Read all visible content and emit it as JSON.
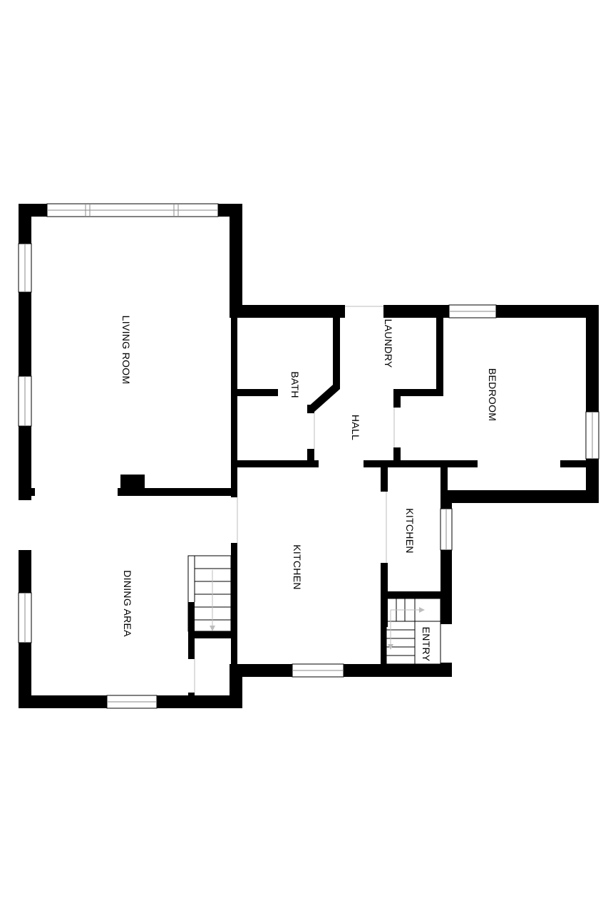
{
  "rooms": {
    "living_room": "LIVING ROOM",
    "bath": "BATH",
    "laundry": "LAUNDRY",
    "hall": "HALL",
    "bedroom": "BEDROOM",
    "kitchen_main": "KITCHEN",
    "kitchen_small": "KITCHEN",
    "dining_area": "DINING AREA",
    "entry": "ENTRY"
  },
  "colors": {
    "wall": "#000000",
    "background": "#ffffff",
    "window_detail": "#8a8a8a"
  }
}
